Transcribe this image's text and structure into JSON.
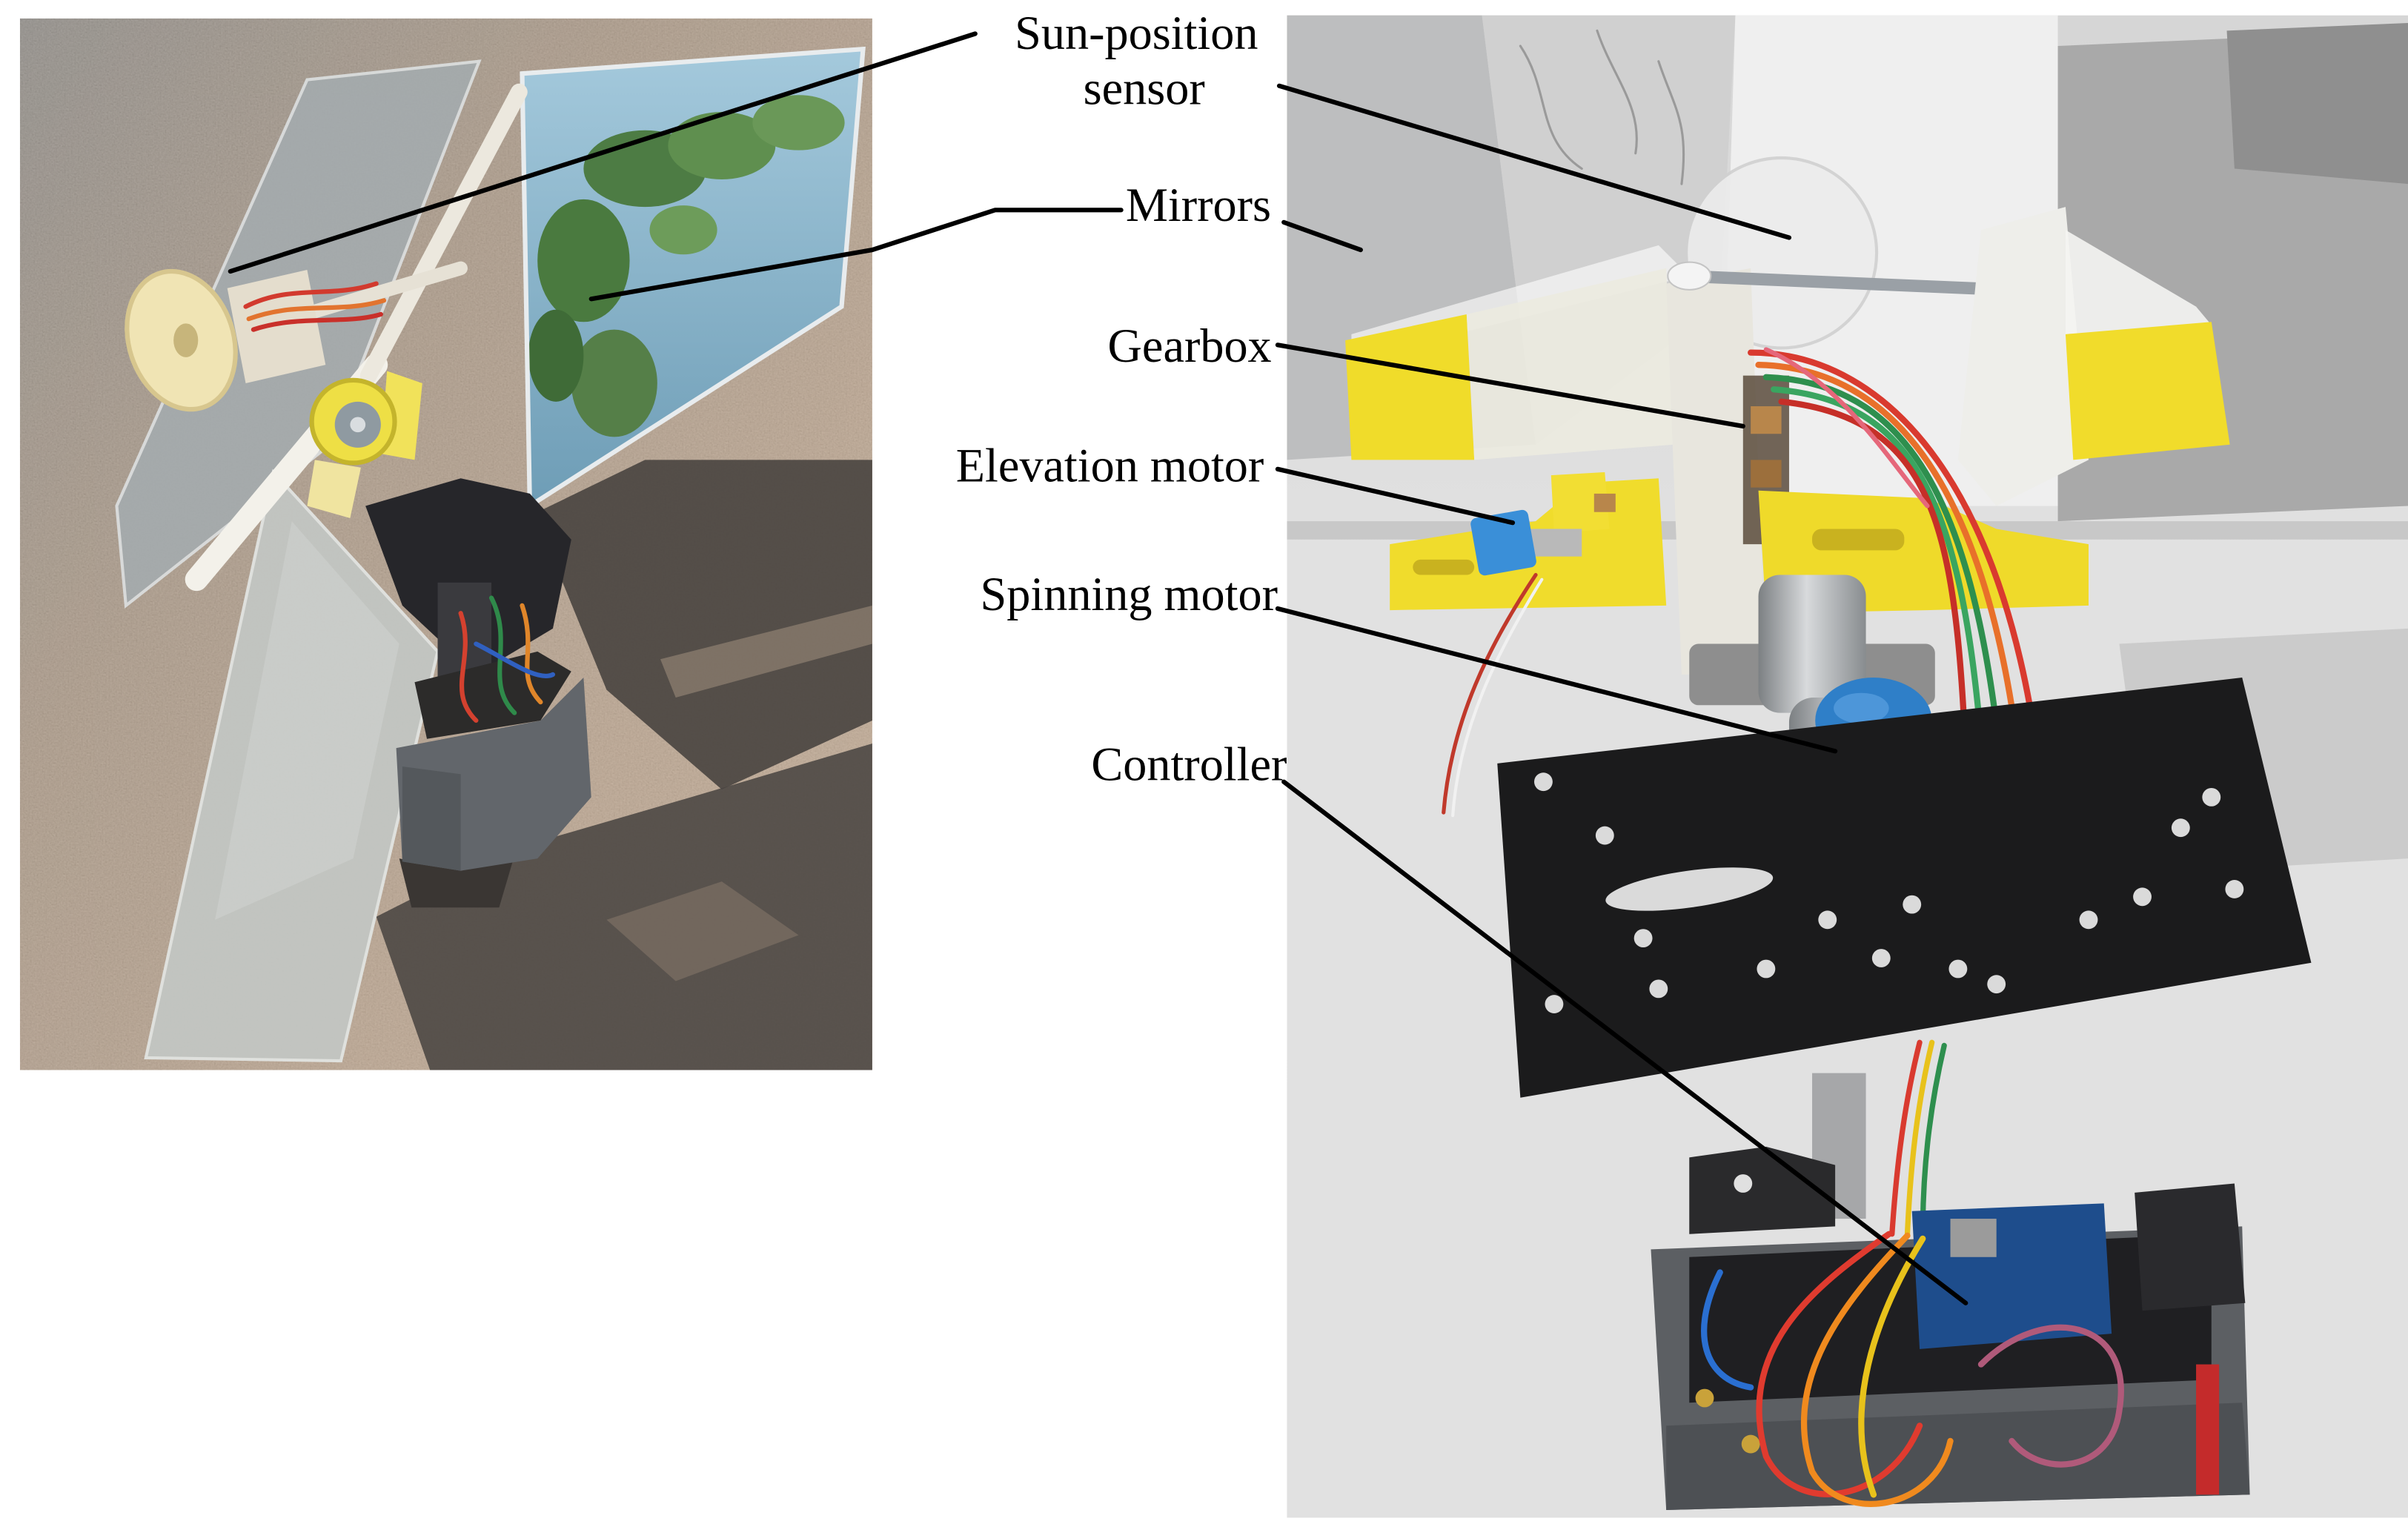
{
  "figure": {
    "labels": {
      "sun_position_sensor": {
        "line1": "Sun-position",
        "line2": "sensor"
      },
      "mirrors": "Mirrors",
      "gearbox": "Gearbox",
      "elevation_motor": "Elevation motor",
      "spinning_motor": "Spinning motor",
      "controller": "Controller"
    },
    "colors": {
      "background": "#ffffff",
      "label_text": "#000000",
      "leader_line": "#000000"
    }
  }
}
